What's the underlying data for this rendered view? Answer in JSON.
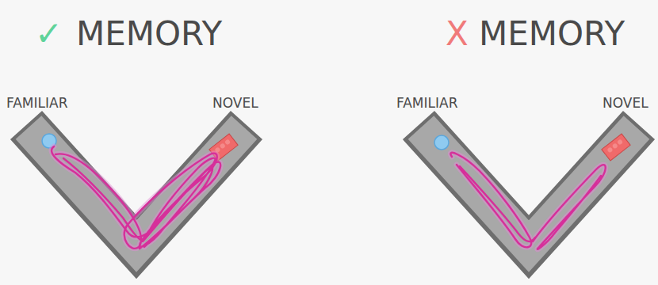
{
  "diagram": {
    "labels": [
      "✓",
      "MEMORY",
      "FAMILIAR",
      "NOVEL",
      "X",
      "MEMORY",
      "FAMILIAR",
      "NOVEL"
    ]
  }
}
